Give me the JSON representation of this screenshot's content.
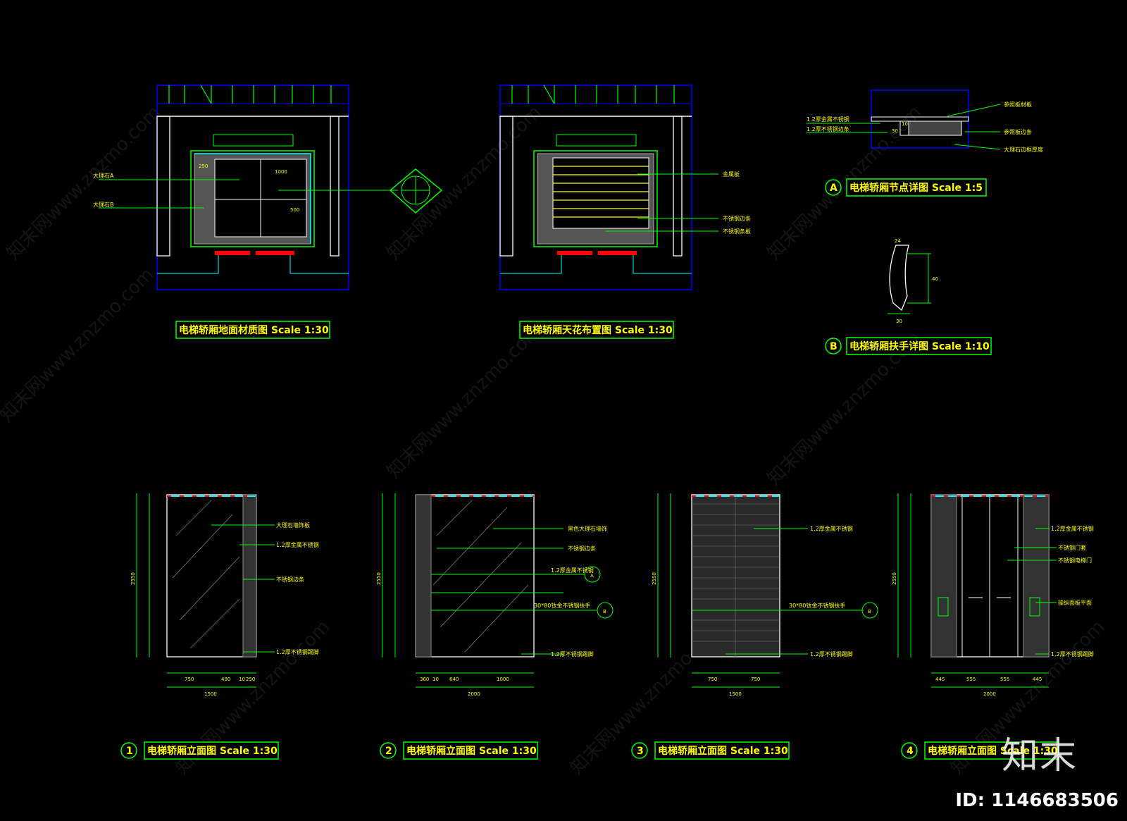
{
  "drawings": {
    "floor_plan": {
      "title": "电梯轿厢地面材质图 Scale 1:30",
      "labels": [
        "大理石A",
        "大理石B"
      ],
      "dims": [
        "250",
        "1000",
        "500"
      ]
    },
    "ceiling_plan": {
      "title": "电梯轿厢天花布置图 Scale 1:30",
      "labels": [
        "金属板",
        "不锈钢边条",
        "不锈钢条板"
      ]
    },
    "detail_a": {
      "marker": "A",
      "title": "电梯轿厢节点详图 Scale 1:5",
      "labels_left": [
        "1.2厚金属不锈钢",
        "1.2厚不锈钢边条"
      ],
      "labels_right": [
        "参照板材板",
        "参照板边条",
        "大理石边框厚度"
      ],
      "dims": [
        "10",
        "30"
      ]
    },
    "detail_b": {
      "marker": "B",
      "title": "电梯轿厢扶手详图 Scale 1:10",
      "dims": [
        "24",
        "40",
        "30"
      ]
    },
    "elev1": {
      "marker": "1",
      "title": "电梯轿厢立面图 Scale 1:30",
      "labels": [
        "大理石墙饰板",
        "1.2厚金属不锈钢",
        "不锈钢边条",
        "1.2厚不锈钢踢脚"
      ],
      "dims_bottom": [
        "750",
        "490",
        "10",
        "250"
      ],
      "total": "1500",
      "height": "2550"
    },
    "elev2": {
      "marker": "2",
      "title": "电梯轿厢立面图 Scale 1:30",
      "labels": [
        "黑色大理石墙饰",
        "不锈钢边条",
        "1.2厚金属不锈钢",
        "30*80钛金不锈钢扶手",
        "1.2厚不锈钢踢脚"
      ],
      "dims_bottom": [
        "360",
        "10",
        "640",
        "1000"
      ],
      "total": "2000",
      "height": "2550",
      "marker_a": "A",
      "marker_b": "B"
    },
    "elev3": {
      "marker": "3",
      "title": "电梯轿厢立面图 Scale 1:30",
      "labels": [
        "1.2厚金属不锈钢",
        "30*80钛金不锈钢扶手",
        "1.2厚不锈钢踢脚"
      ],
      "dims_bottom": [
        "750",
        "750"
      ],
      "total": "1500",
      "height": "2550",
      "marker_b": "B"
    },
    "elev4": {
      "marker": "4",
      "title": "电梯轿厢立面图 Scale 1:30",
      "labels": [
        "1.2厚金属不锈钢",
        "不锈钢门套",
        "不锈钢电梯门",
        "操纵面板平面",
        "1.2厚不锈钢踢脚"
      ],
      "dims_bottom": [
        "445",
        "555",
        "555",
        "445"
      ],
      "total": "2000",
      "height": "2550"
    }
  },
  "watermark": "知末网www.znzmo.com",
  "brand": "知末",
  "id_label": "ID: 1146683506"
}
